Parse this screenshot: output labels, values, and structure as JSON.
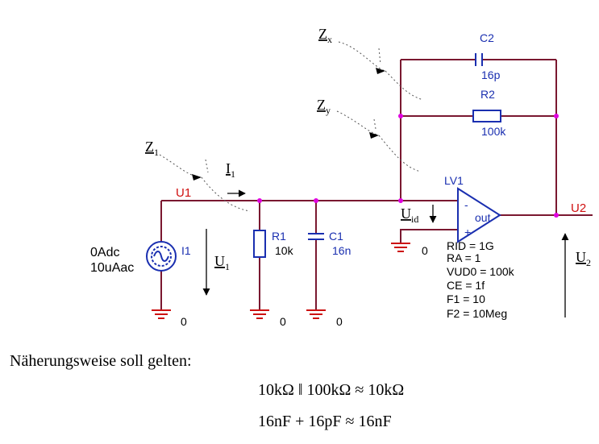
{
  "impedances": {
    "zx": {
      "main": "Z",
      "sub": "x"
    },
    "zy": {
      "main": "Z",
      "sub": "y"
    },
    "z1": {
      "main": "Z",
      "sub": "1"
    }
  },
  "current": {
    "main": "I",
    "sub": "1"
  },
  "nets": {
    "u1": "U1",
    "u2": "U2"
  },
  "voltages": {
    "uid": {
      "main": "U",
      "sub": "id"
    },
    "u1": {
      "main": "U",
      "sub": "1"
    },
    "u2": {
      "main": "U",
      "sub": "2"
    }
  },
  "components": {
    "c2": {
      "name": "C2",
      "value": "16p"
    },
    "r2": {
      "name": "R2",
      "value": "100k"
    },
    "r1": {
      "name": "R1",
      "value": "10k"
    },
    "c1": {
      "name": "C1",
      "value": "16n"
    },
    "i1": {
      "name": "I1",
      "dc": "0Adc",
      "ac": "10uAac"
    },
    "lv1": {
      "name": "LV1",
      "minus": "-",
      "plus": "+",
      "out": "out",
      "params": [
        "RID = 1G",
        "RA = 1",
        "VUD0 = 100k",
        "CE = 1f",
        "F1 = 10",
        "F2 = 10Meg"
      ]
    }
  },
  "ground_label": "0",
  "notes": {
    "intro": "Näherungsweise soll gelten:",
    "eq1": "10kΩ ‖ 100kΩ ≈ 10kΩ",
    "eq2": "16nF + 16pF ≈ 16nF"
  },
  "colors": {
    "wire": "#7a1830",
    "component": "#1a2fb0",
    "ground": "#cc1111",
    "node": "#e000e0",
    "net_label": "#d01010"
  }
}
